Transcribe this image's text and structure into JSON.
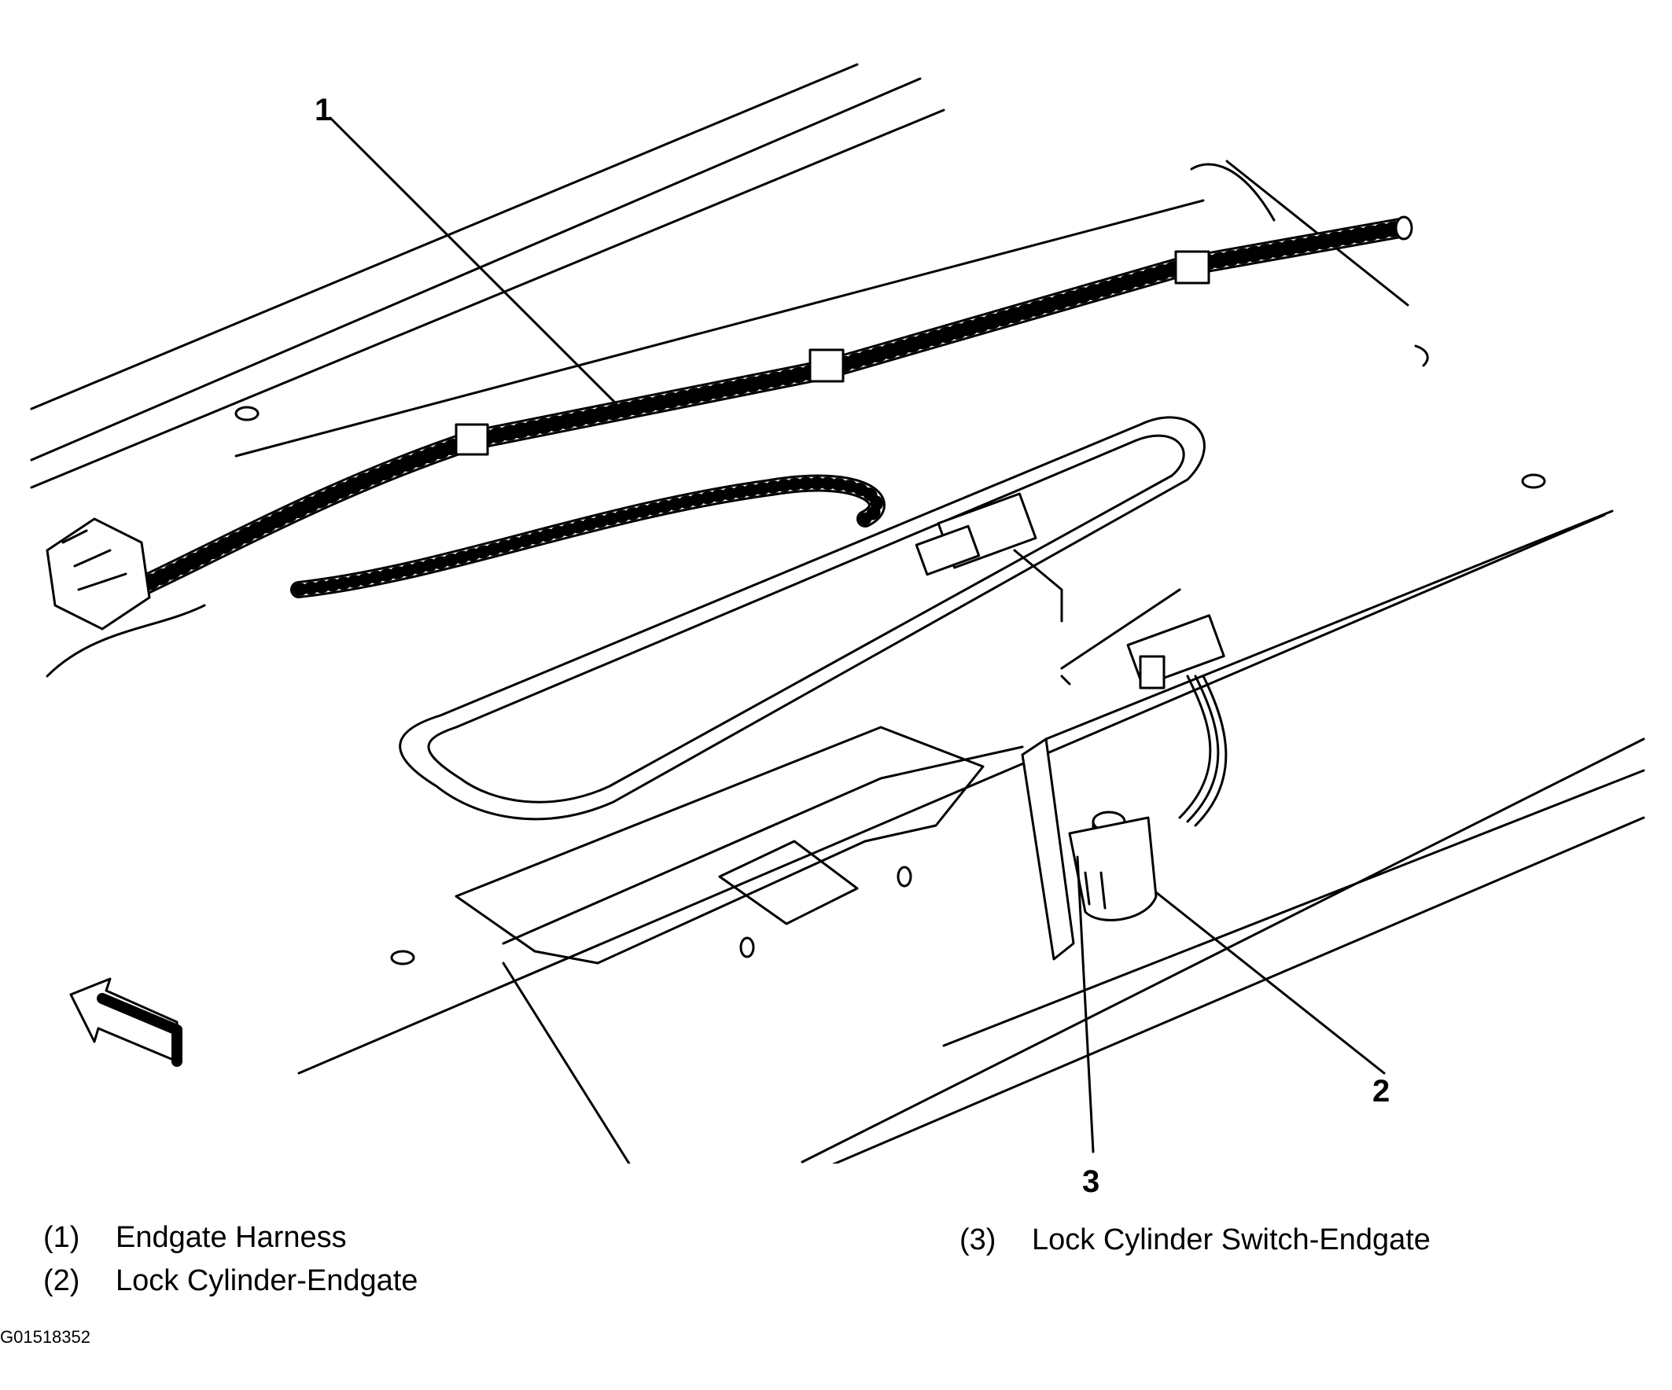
{
  "callouts": [
    {
      "number": "1"
    },
    {
      "number": "2"
    },
    {
      "number": "3"
    }
  ],
  "legend": [
    {
      "number": "(1)",
      "label": "Endgate Harness"
    },
    {
      "number": "(2)",
      "label": "Lock Cylinder-Endgate"
    },
    {
      "number": "(3)",
      "label": "Lock Cylinder Switch-Endgate"
    }
  ],
  "figure_id": "G01518352",
  "icons": [
    "forward-direction-arrow-icon"
  ],
  "colors": {
    "line": "#000000",
    "background": "#ffffff"
  }
}
